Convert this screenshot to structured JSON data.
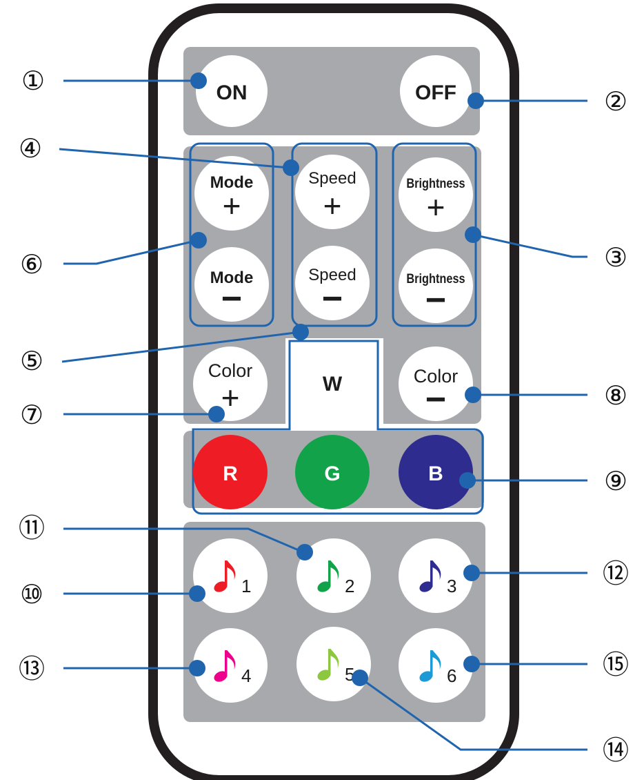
{
  "remote": {
    "power": {
      "on_label": "ON",
      "off_label": "OFF"
    },
    "mode_up": {
      "label": "Mode",
      "sign": "+"
    },
    "mode_down": {
      "label": "Mode",
      "sign": "−"
    },
    "speed_up": {
      "label": "Speed",
      "sign": "+"
    },
    "speed_down": {
      "label": "Speed",
      "sign": "−"
    },
    "brightness_up": {
      "label": "Brightness",
      "sign": "+"
    },
    "brightness_down": {
      "label": "Brightness",
      "sign": "−"
    },
    "color_up": {
      "label": "Color",
      "sign": "+"
    },
    "color_down": {
      "label": "Color",
      "sign": "−"
    },
    "white": {
      "label": "W"
    },
    "red": {
      "label": "R",
      "color": "#ee1c25"
    },
    "green": {
      "label": "G",
      "color": "#12a24a"
    },
    "blue": {
      "label": "B",
      "color": "#2e2d8f"
    },
    "music": [
      {
        "num": "1",
        "note_icon": "music-note-icon",
        "color": "#ee1c25"
      },
      {
        "num": "2",
        "note_icon": "music-note-icon",
        "color": "#12a24a"
      },
      {
        "num": "3",
        "note_icon": "music-note-icon",
        "color": "#2e2d8f"
      },
      {
        "num": "4",
        "note_icon": "music-note-icon",
        "color": "#ec008c"
      },
      {
        "num": "5",
        "note_icon": "music-note-icon",
        "color": "#8dc63f"
      },
      {
        "num": "6",
        "note_icon": "music-note-icon",
        "color": "#1b9ad6"
      }
    ]
  },
  "callouts": [
    "①",
    "②",
    "③",
    "④",
    "⑤",
    "⑥",
    "⑦",
    "⑧",
    "⑨",
    "⑩",
    "⑪",
    "⑫",
    "⑬",
    "⑭",
    "⑮"
  ],
  "colors": {
    "panel": "#a7a9ac",
    "leader": "#1f64ad",
    "outline": "#231f20",
    "button": "#ffffff"
  }
}
